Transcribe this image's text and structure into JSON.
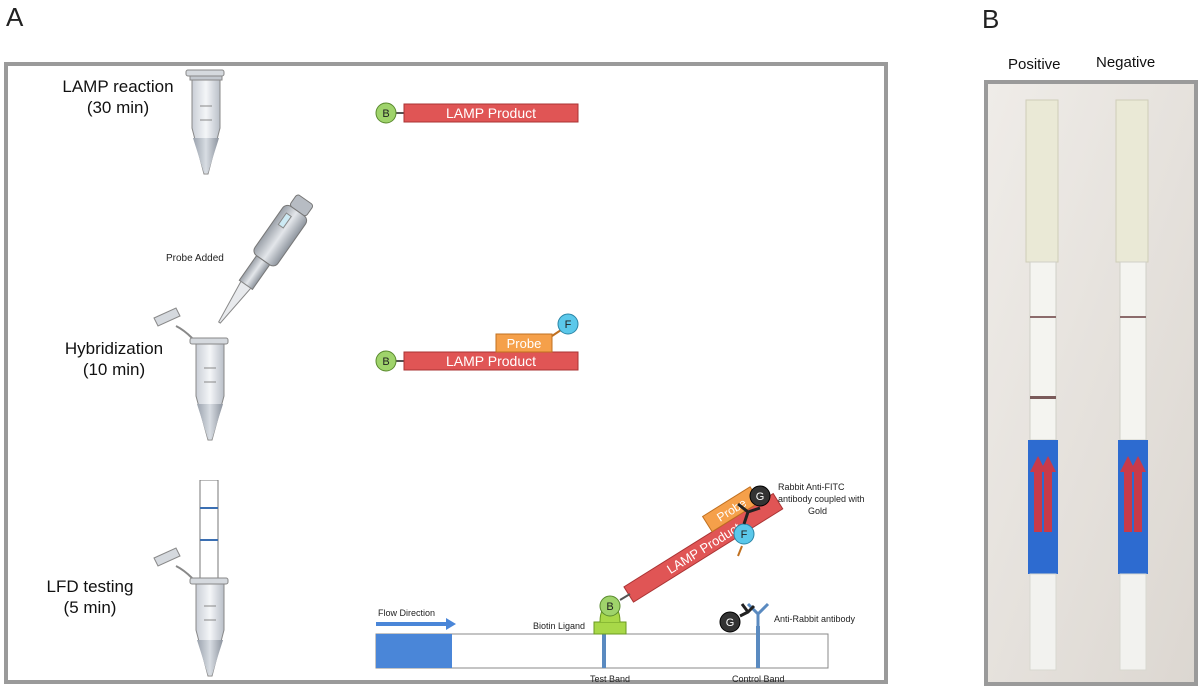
{
  "panels": {
    "a_label": "A",
    "b_label": "B"
  },
  "steps": [
    {
      "title": "LAMP reaction",
      "time": "(30 min)"
    },
    {
      "title": "Hybridization",
      "time": "(10 min)"
    },
    {
      "title": "LFD testing",
      "time": "(5 min)"
    }
  ],
  "labels": {
    "probe_added": "Probe Added",
    "b": "B",
    "f": "F",
    "g": "G",
    "lamp_product": "LAMP Product",
    "probe": "Probe",
    "rabbit_line1": "Rabbit Anti-FITC",
    "rabbit_line2": "antibody coupled with",
    "rabbit_line3": "Gold",
    "flow_direction": "Flow Direction",
    "biotin_ligand": "Biotin Ligand",
    "anti_rabbit": "Anti-Rabbit antibody",
    "test_band": "Test Band",
    "control_band": "Control Band"
  },
  "strips": {
    "positive": "Positive",
    "negative": "Negative"
  },
  "colors": {
    "biotin": "#9fd36b",
    "fitc": "#5bc8ea",
    "lamp_product": "#e05555",
    "probe": "#f5a04a",
    "gold": "#333333",
    "flow_pad": "#4a86d8",
    "ligand": "#a8d848",
    "band_line": "#5a8ac0"
  }
}
